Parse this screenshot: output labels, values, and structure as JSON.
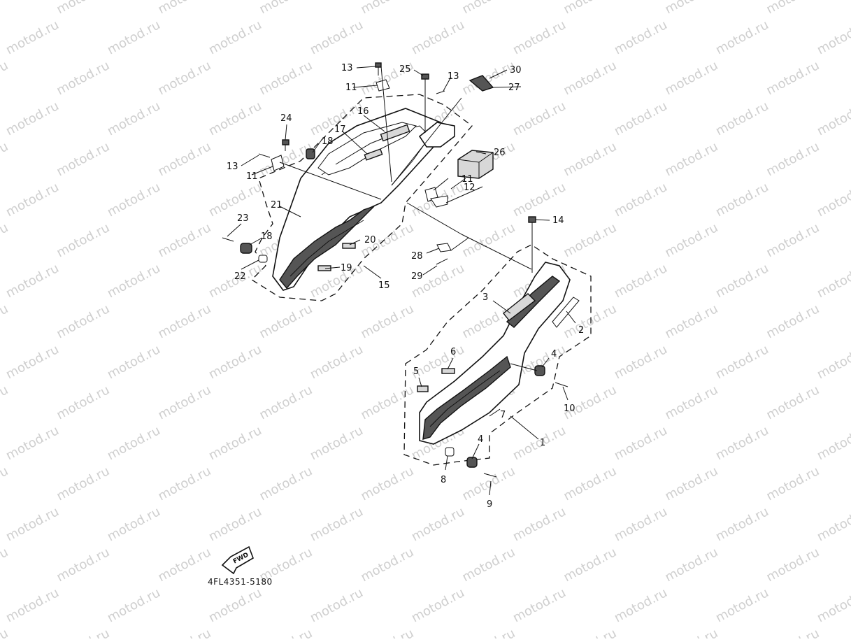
{
  "watermark": {
    "text": "motod.ru",
    "color": "#cfcfcf"
  },
  "diagram_code": "4FL4351-5180",
  "fwd_label": "FWD",
  "callouts": {
    "c1": "1",
    "c2": "2",
    "c3": "3",
    "c4a": "4",
    "c4b": "4",
    "c5": "5",
    "c6": "6",
    "c7": "7",
    "c8": "8",
    "c9": "9",
    "c10": "10",
    "c11a": "11",
    "c11b": "11",
    "c11c": "11",
    "c12": "12",
    "c13a": "13",
    "c13b": "13",
    "c13c": "13",
    "c14": "14",
    "c15": "15",
    "c16": "16",
    "c17": "17",
    "c18a": "18",
    "c18b": "18",
    "c19": "19",
    "c20": "20",
    "c21": "21",
    "c22": "22",
    "c23": "23",
    "c24": "24",
    "c25": "25",
    "c26": "26",
    "c27": "27",
    "c28": "28",
    "c29": "29",
    "c30": "30"
  }
}
